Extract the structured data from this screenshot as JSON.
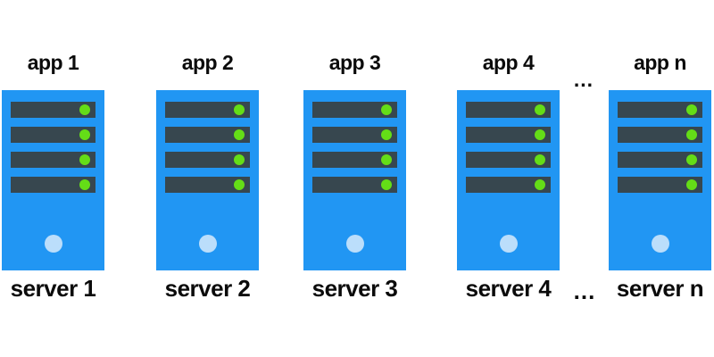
{
  "diagram": {
    "description": "Horizontal scaling diagram: one app per server",
    "columns": [
      {
        "app_label": "app 1",
        "server_label": "server 1"
      },
      {
        "app_label": "app 2",
        "server_label": "server 2"
      },
      {
        "app_label": "app 3",
        "server_label": "server 3"
      },
      {
        "app_label": "app 4",
        "server_label": "server 4"
      },
      {
        "app_label": "app n",
        "server_label": "server n"
      }
    ],
    "ellipsis_top": "...",
    "ellipsis_bottom": "...",
    "slots_per_server": 4,
    "leds_per_slot": 1,
    "led_state": "on",
    "colors": {
      "tower_blue": "#2196f3",
      "slot_dark": "#37474f",
      "led_green": "#64dd17",
      "power_circle_blue": "#bbdefb",
      "label_black": "#0b0b0b",
      "background": "#ffffff"
    }
  }
}
